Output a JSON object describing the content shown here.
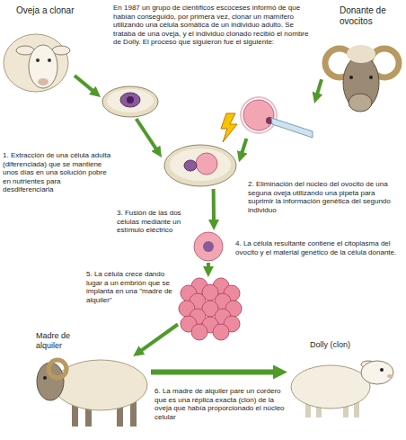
{
  "diagram": {
    "nodes": [
      {
        "text": [
          "Oveja a clonar"
        ]
      },
      {
        "text": [
          "Donante de ovocitos"
        ]
      },
      {
        "text": [
          "1. Extracción de una célula adulta (diferenciada) que se mantiene unos días en una solución pobre en nutrientes para desdiferenciarla"
        ]
      },
      {
        "text": [
          "2. Eliminación del núcleo del ovocito de una seguna oveja utilizando una pipeta para suprimir la información genética del segundo individuo"
        ]
      },
      {
        "text": [
          "3. Fusión de las dos células mediante un estímulo eléctrico"
        ]
      },
      {
        "text": [
          "4. La célula resultante contiene el citoplasma del ovocito y el material genético de la célula donante."
        ]
      },
      {
        "text": [
          "5. La célula crece dando lugar a un embrión que se implanta en una \"madre de alquiler\""
        ]
      },
      {
        "text": [
          "Madre de alquiler"
        ]
      },
      {
        "text": [
          "Dolly (clon)"
        ]
      }
    ],
    "edges": [
      {
        "from": 0,
        "to": 2,
        "arrow": "to"
      },
      {
        "from": 1,
        "to": 3,
        "arrow": "to"
      },
      {
        "from": 2,
        "to": 4,
        "arrow": "to"
      },
      {
        "from": 3,
        "to": 4,
        "arrow": "to"
      },
      {
        "from": 4,
        "to": 5,
        "arrow": "to"
      },
      {
        "from": 5,
        "to": 6,
        "arrow": "to"
      },
      {
        "from": 6,
        "to": 7,
        "arrow": "to"
      },
      {
        "from": 7,
        "to": 8,
        "arrow": "to",
        "label": "6. La madre de alquiler pare un cordero que es una réplica exacta (clon) de la oveja que había proporcionado el núcleo celular"
      }
    ],
    "labels": [
      "En 1987 un grupo de científicos escoceses informó de que habían conseguido, por primera vez, clonar un mamífero utilizando una célula somática de un individuo adulto. Se trataba de una oveja, y el individuo clonado recibió el nombre de Dolly. El proceso que siguieron fue el siguiente:"
    ]
  }
}
